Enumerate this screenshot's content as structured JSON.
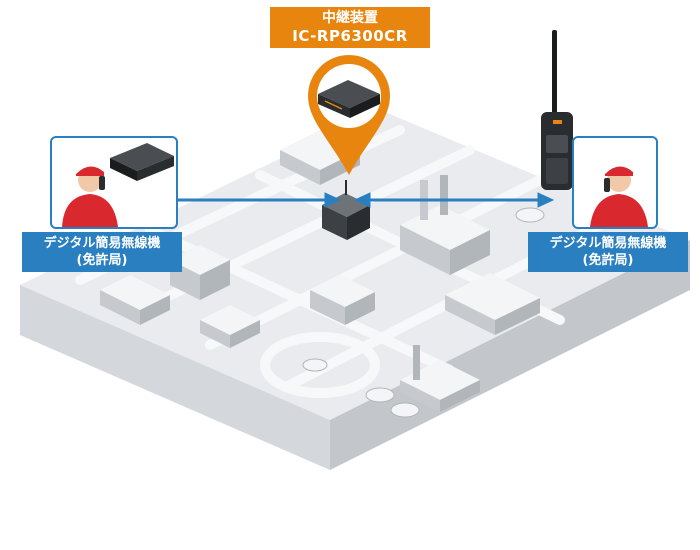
{
  "repeater": {
    "title": "中継装置",
    "model": "IC-RP6300CR",
    "color": "#e8850f"
  },
  "left_station": {
    "label_line1": "デジタル簡易無線機",
    "label_line2": "(免許局)"
  },
  "right_station": {
    "label_line1": "デジタル簡易無線機",
    "label_line2": "(免許局)"
  },
  "colors": {
    "accent_blue": "#2a7fc1",
    "accent_orange": "#e8850f",
    "operator_red": "#d9292e",
    "city_gray": "#c9cdd2"
  },
  "icons": [
    "repeater-device-icon",
    "location-pin-icon",
    "handheld-radio-icon",
    "mobile-radio-icon",
    "operator-icon",
    "double-arrow-icon"
  ]
}
